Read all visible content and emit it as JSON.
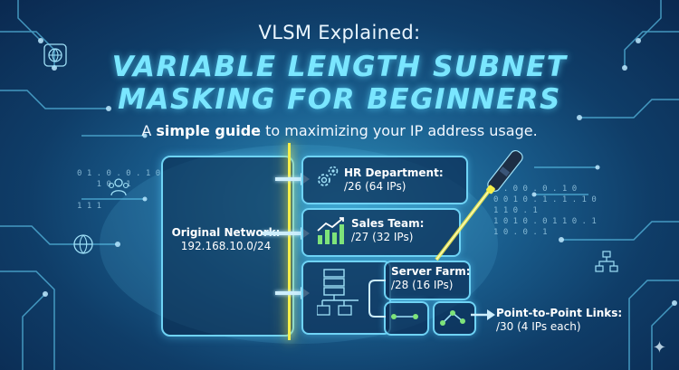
{
  "title": {
    "line1": "VLSM Explained:",
    "line2": "VARIABLE LENGTH SUBNET",
    "line3": "MASKING FOR BEGINNERS"
  },
  "subtitle": {
    "prefix": "A ",
    "bold": "simple guide",
    "suffix": " to maximizing your IP address usage."
  },
  "original_network": {
    "label": "Original Network:",
    "value": "192.168.10.0/24"
  },
  "subnets": {
    "hr": {
      "name": "HR Department:",
      "size": "/26 (64 IPs)"
    },
    "sales": {
      "name": "Sales Team:",
      "size": "/27 (32 IPs)"
    },
    "server": {
      "name": "Server Farm:",
      "size": "/28 (16 IPs)"
    },
    "p2p": {
      "name": "Point-to-Point Links:",
      "size": "/30 (4 IPs each)"
    }
  },
  "binary_left": "0 1 . 0 . 0 . 1 0\n    1 0 . 1\n\n1 1 1",
  "binary_right": "1 . 0 0 . 0 . 1 0\n0 0 1 0 . 1 . 1 . 1 0\n1 1 0 . 1\n1 0 1 0 . 0 1 1 0 . 1\n1 0 . 0 . 1",
  "colors": {
    "accent": "#7ae6ff",
    "highlight_line": "#f5ef4a",
    "box_border": "#6fd3f5",
    "background": "#0f3d68"
  },
  "icons": [
    "globe-icon",
    "users-icon",
    "network-icon",
    "gear-icon",
    "bar-chart-icon",
    "server-icon",
    "link-icon",
    "pen-icon",
    "sparkle-icon"
  ]
}
